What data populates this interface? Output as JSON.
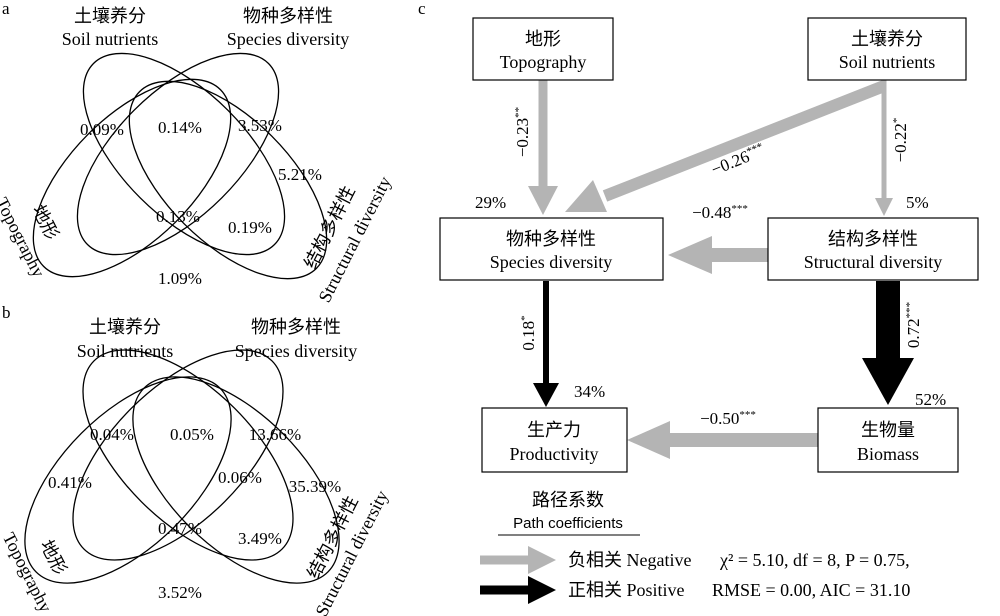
{
  "panel_a": {
    "label": "a",
    "sets": {
      "soil": {
        "zh": "土壤养分",
        "en": "Soil nutrients"
      },
      "species": {
        "zh": "物种多样性",
        "en": "Species diversity"
      },
      "topo": {
        "zh": "地形",
        "en": "Topography"
      },
      "struct": {
        "zh": "结构多样性",
        "en": "Structural diversity"
      }
    },
    "values": {
      "v1": "0.09%",
      "v2": "0.14%",
      "v3": "3.53%",
      "v4": "5.21%",
      "v5": "0.13%",
      "v6": "0.19%",
      "v7": "1.09%"
    }
  },
  "panel_b": {
    "label": "b",
    "sets": {
      "soil": {
        "zh": "土壤养分",
        "en": "Soil nutrients"
      },
      "species": {
        "zh": "物种多样性",
        "en": "Species diversity"
      },
      "topo": {
        "zh": "地形",
        "en": "Topography"
      },
      "struct": {
        "zh": "结构多样性",
        "en": "Structural diversity"
      }
    },
    "values": {
      "v1": "0.04%",
      "v2": "0.05%",
      "v3": "13.66%",
      "v4": "0.41%",
      "v5": "0.06%",
      "v6": "35.39%",
      "v7": "0.47%",
      "v8": "3.49%",
      "v9": "3.52%"
    }
  },
  "panel_c": {
    "label": "c",
    "nodes": {
      "topo": {
        "zh": "地形",
        "en": "Topography"
      },
      "soil": {
        "zh": "土壤养分",
        "en": "Soil nutrients"
      },
      "species": {
        "zh": "物种多样性",
        "en": "Species diversity",
        "r2": "29%"
      },
      "struct": {
        "zh": "结构多样性",
        "en": "Structural diversity",
        "r2": "5%"
      },
      "prod": {
        "zh": "生产力",
        "en": "Productivity",
        "r2": "34%"
      },
      "bio": {
        "zh": "生物量",
        "en": "Biomass",
        "r2": "52%"
      }
    },
    "paths": {
      "topo_species": {
        "value": "−0.23",
        "sig": "**"
      },
      "soil_species": {
        "value": "−0.26",
        "sig": "***"
      },
      "soil_struct": {
        "value": "−0.22",
        "sig": "*"
      },
      "struct_species": {
        "value": "−0.48",
        "sig": "***"
      },
      "species_prod": {
        "value": "0.18",
        "sig": "*"
      },
      "struct_bio": {
        "value": "0.72",
        "sig": "***"
      },
      "bio_prod": {
        "value": "−0.50",
        "sig": "***"
      }
    },
    "legend": {
      "title_zh": "路径系数",
      "title_en": "Path coefficients",
      "negative": "负相关 Negative",
      "positive": "正相关 Positive",
      "colors": {
        "negative": "#b4b4b4",
        "positive": "#000000"
      }
    },
    "fit": {
      "line1": "χ² = 5.10, df = 8, P = 0.75,",
      "line2": "RMSE = 0.00, AIC = 31.10"
    }
  }
}
